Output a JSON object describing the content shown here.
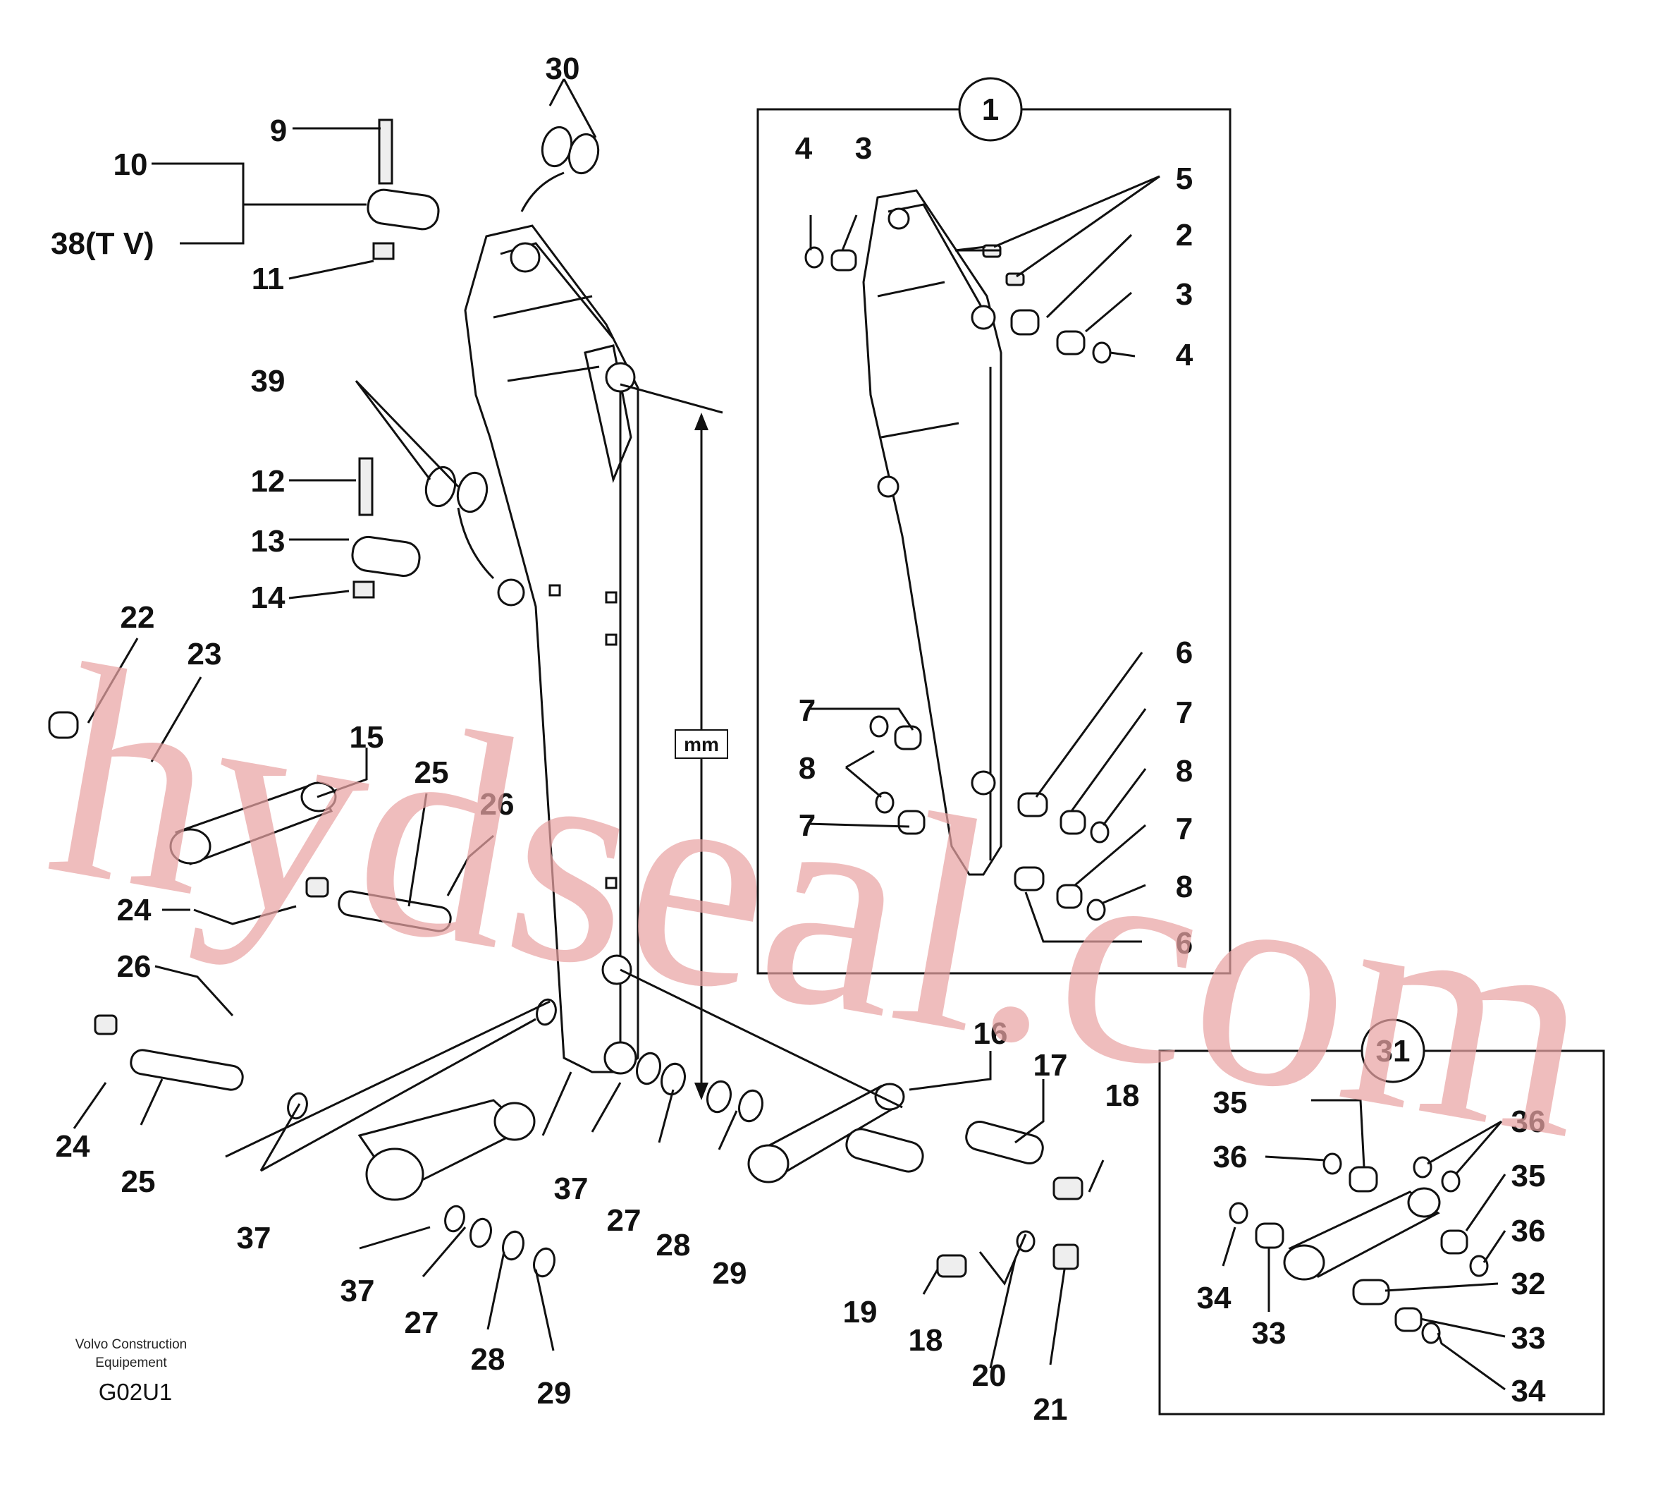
{
  "diagram": {
    "callouts": [
      "1",
      "2",
      "3",
      "3",
      "4",
      "4",
      "5",
      "6",
      "6",
      "7",
      "7",
      "7",
      "7",
      "8",
      "8",
      "8",
      "9",
      "10",
      "38(T V)",
      "11",
      "12",
      "13",
      "14",
      "15",
      "16",
      "17",
      "18",
      "18",
      "19",
      "20",
      "21",
      "22",
      "23",
      "24",
      "24",
      "25",
      "25",
      "26",
      "26",
      "27",
      "27",
      "28",
      "28",
      "29",
      "29",
      "30",
      "31",
      "32",
      "33",
      "33",
      "34",
      "34",
      "35",
      "35",
      "36",
      "36",
      "36",
      "37",
      "37",
      "37",
      "39"
    ],
    "dimension_label": "mm"
  },
  "footer": {
    "credit_line1": "Volvo Construction",
    "credit_line2": "Equipement",
    "drawing_code": "G02U1"
  },
  "watermark": {
    "text": "hydseal.com",
    "color": "#e9a4a4"
  }
}
